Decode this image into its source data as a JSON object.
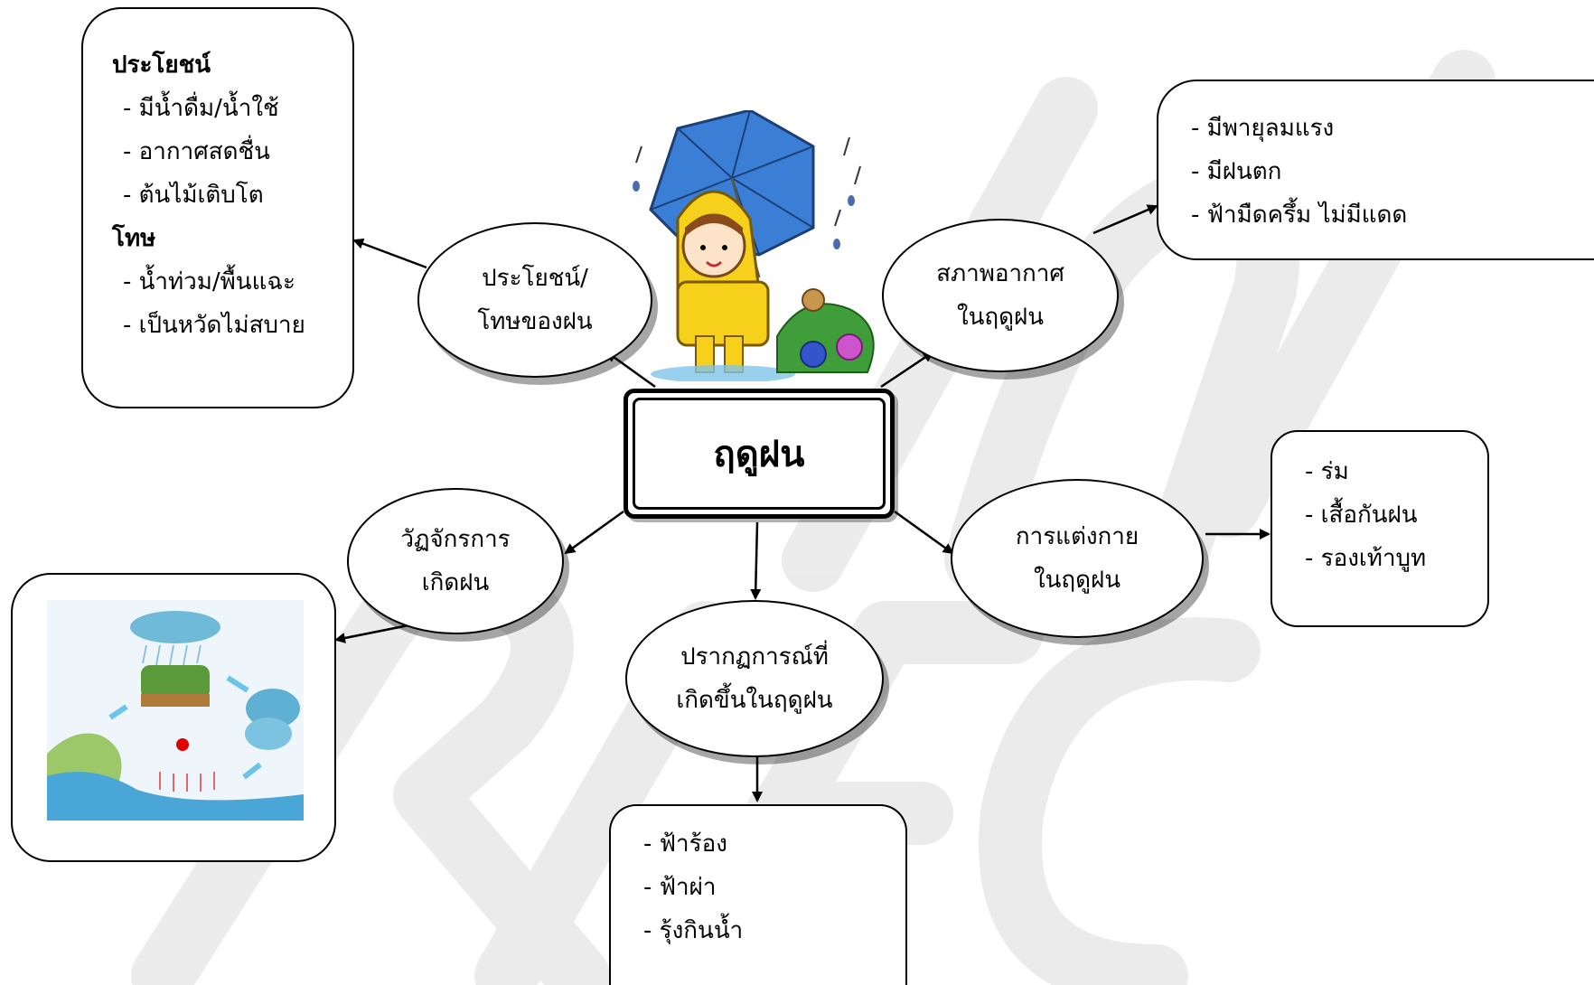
{
  "center": {
    "label": "ฤดูฝน"
  },
  "nodes": {
    "benefit": {
      "line1": "ประโยชน์/",
      "line2": "โทษของฝน"
    },
    "weather": {
      "line1": "สภาพอากาศ",
      "line2": "ในฤดูฝน"
    },
    "cycle": {
      "line1": "วัฏจักรการ",
      "line2": "เกิดฝน"
    },
    "dress": {
      "line1": "การแต่งกาย",
      "line2": "ในฤดูฝน"
    },
    "phenomena": {
      "line1": "ปรากฏการณ์ที่",
      "line2": "เกิดขึ้นในฤดูฝน"
    }
  },
  "boxes": {
    "benefit": {
      "heading1": "ประโยชน์",
      "items1": [
        "- มีน้ำดื่ม/น้ำใช้",
        "- อากาศสดชื่น",
        "- ต้นไม้เติบโต"
      ],
      "heading2": "โทษ",
      "items2": [
        "- น้ำท่วม/พื้นแฉะ",
        "- เป็นหวัดไม่สบาย"
      ]
    },
    "weather": {
      "items": [
        "- มีพายุลมแรง",
        "- มีฝนตก",
        "- ฟ้ามืดครึ้ม ไม่มีแดด"
      ]
    },
    "dress": {
      "items": [
        "- ร่ม",
        "- เสื้อกันฝน",
        "- รองเท้าบูท"
      ]
    },
    "phenomena": {
      "items": [
        "- ฟ้าร้อง",
        "- ฟ้าผ่า",
        "- รุ้งกินน้ำ"
      ]
    }
  },
  "illustrations": {
    "rain_child": "child-in-raincoat-with-umbrella",
    "rain_cycle": "water-cycle-picture"
  },
  "colors": {
    "line": "#000000",
    "umbrella": "#3a7fd5",
    "raincoat": "#f6d01a",
    "watermark": "#d9d9d9"
  }
}
